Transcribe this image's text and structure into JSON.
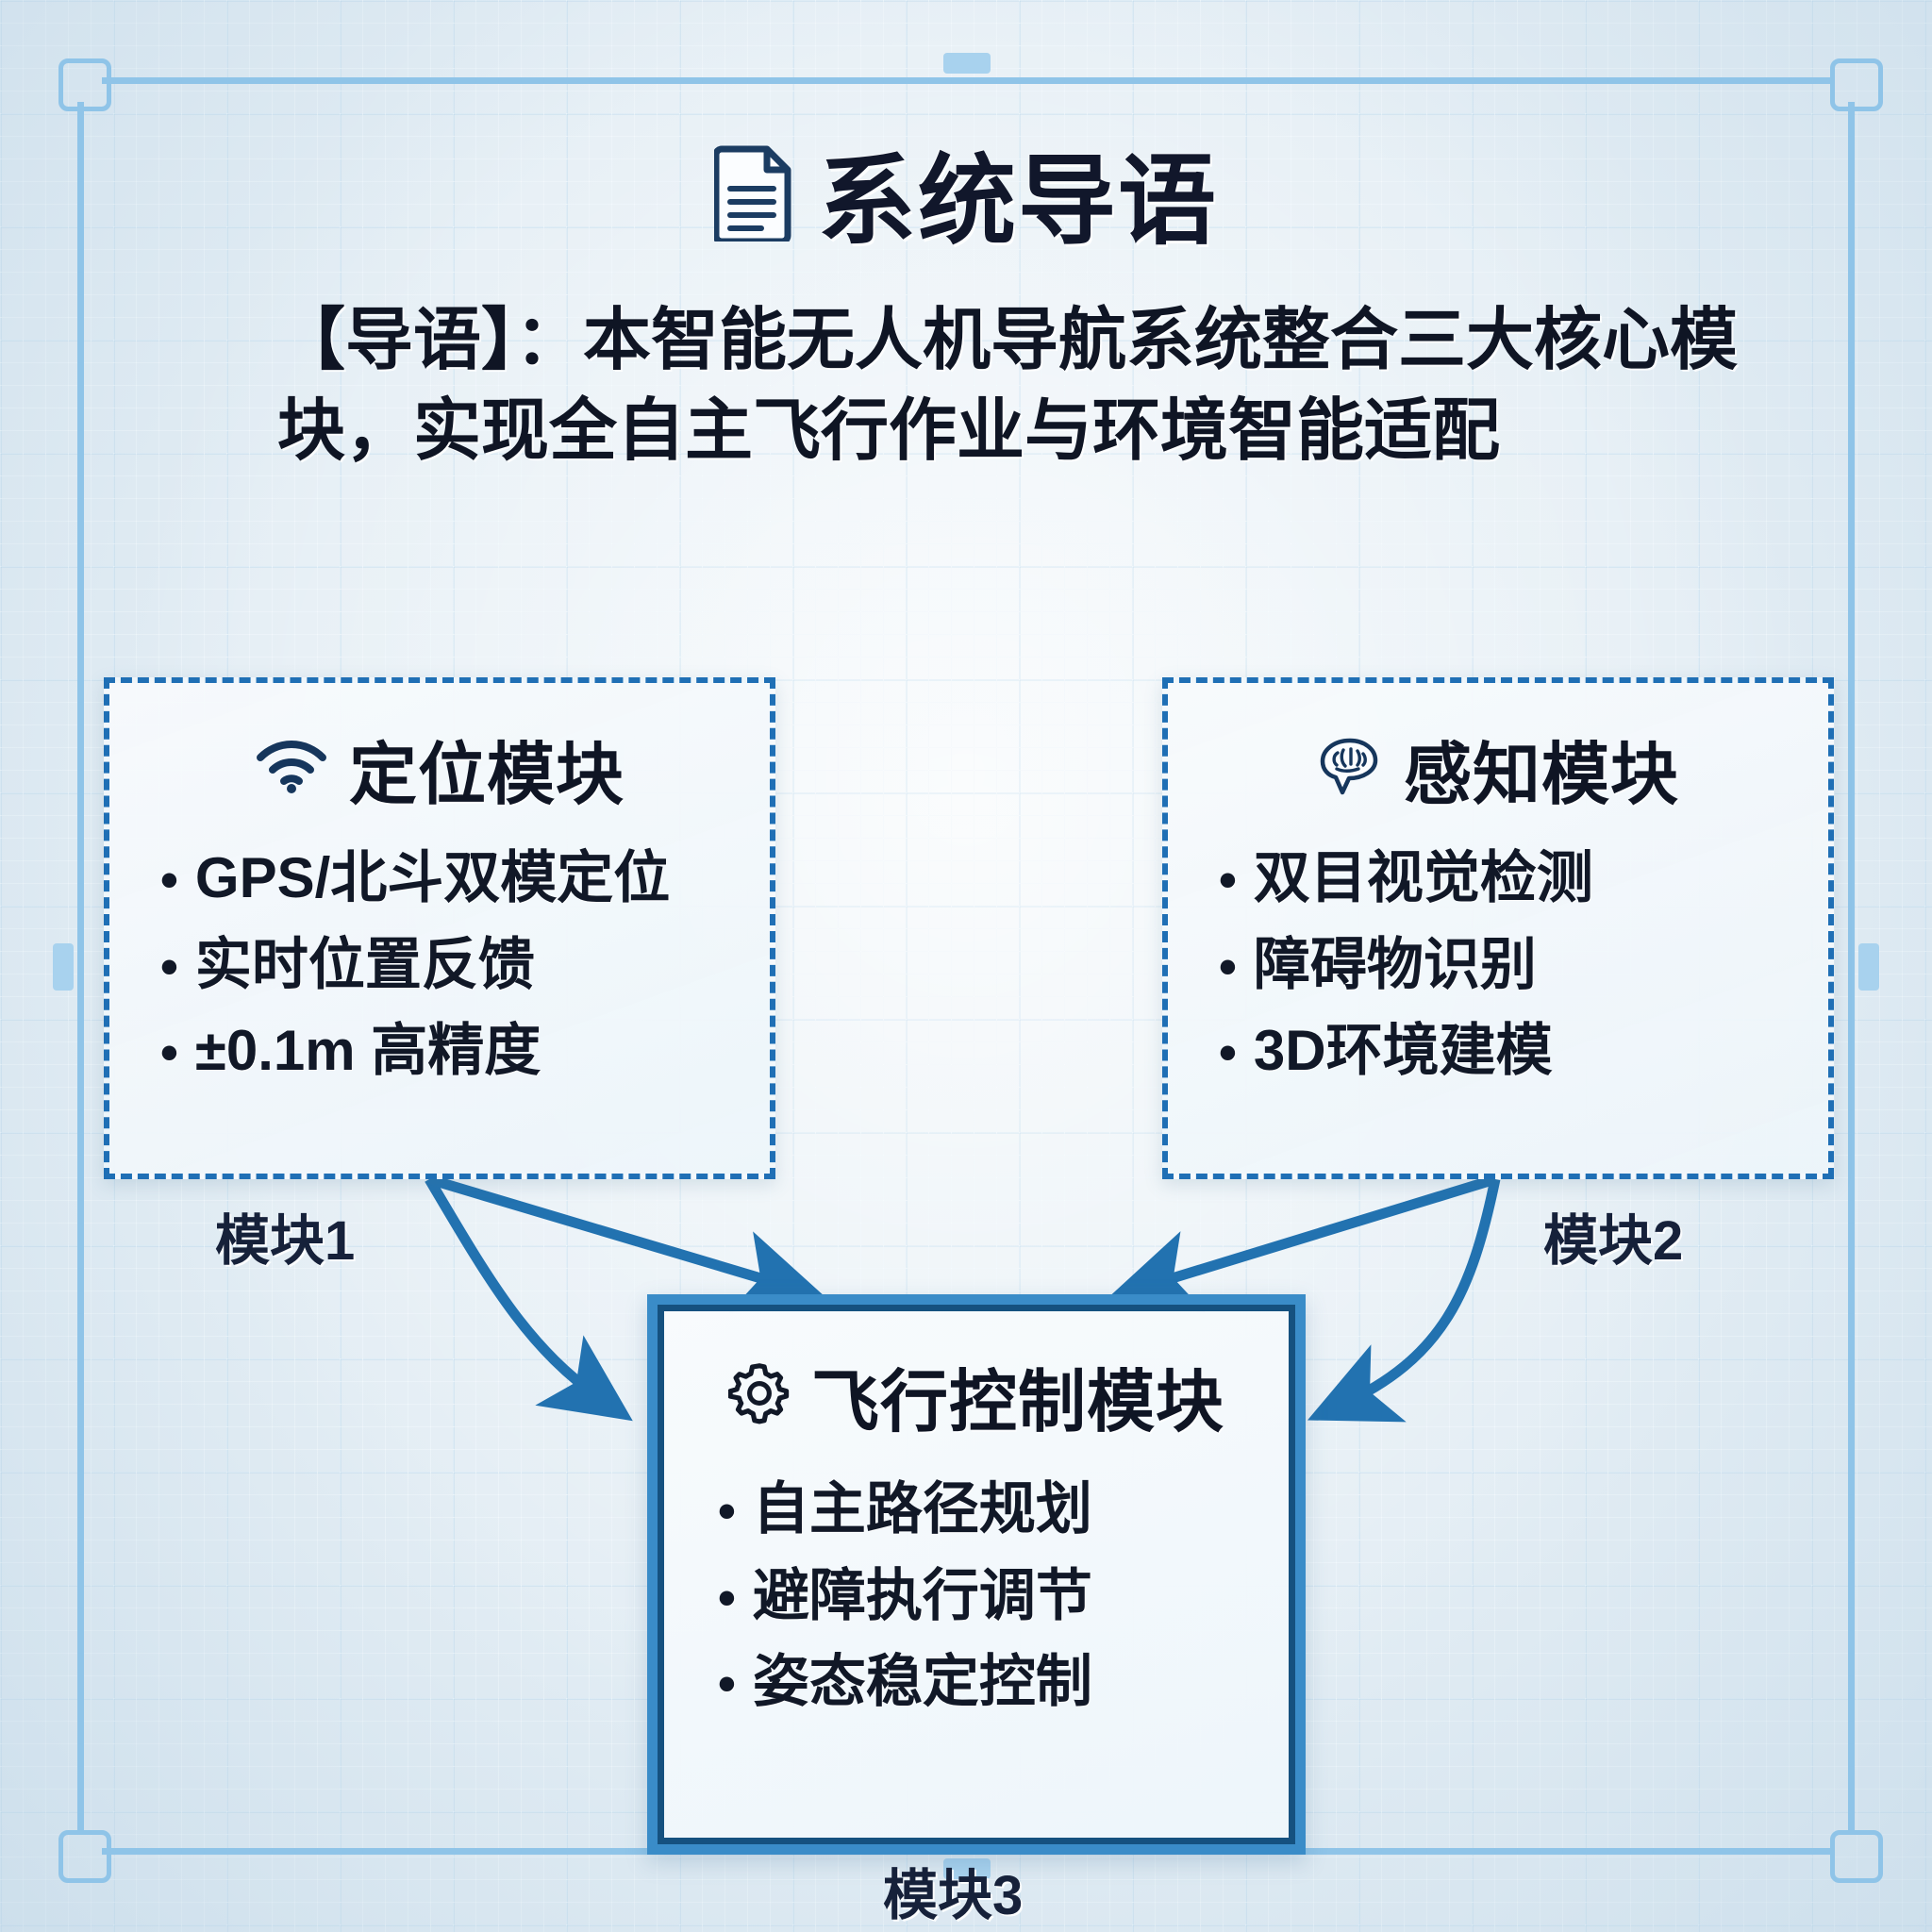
{
  "header": {
    "icon": "document-icon",
    "title": "系统导语",
    "intro": "【导语】：本智能无人机导航系统整合三大核心模块，实现全自主飞行作业与环境智能适配"
  },
  "modules": [
    {
      "id": "positioning",
      "icon": "wifi-icon",
      "title": "定位模块",
      "caption": "模块1",
      "bullets": [
        "GPS/北斗双模定位",
        "实时位置反馈",
        "±0.1m 高精度"
      ]
    },
    {
      "id": "perception",
      "icon": "brain-icon",
      "title": "感知模块",
      "caption": "模块2",
      "bullets": [
        "双目视觉检测",
        "障碍物识别",
        "3D环境建模"
      ]
    },
    {
      "id": "flight-control",
      "icon": "gear-icon",
      "title": "飞行控制模块",
      "caption": "模块3",
      "bullets": [
        "自主路径规划",
        "避障执行调节",
        "姿态稳定控制"
      ]
    }
  ],
  "bullet_marker": "•",
  "colors": {
    "paper": "#e3edf4",
    "grid_line": "#8dbfe0",
    "accent_blue": "#1f6fb5",
    "arrow_blue": "#2272b0",
    "highlight_outer": "#3a8cc8",
    "highlight_inner": "#15517f",
    "ink": "#0f1524",
    "registration": "#8fc4e8"
  }
}
